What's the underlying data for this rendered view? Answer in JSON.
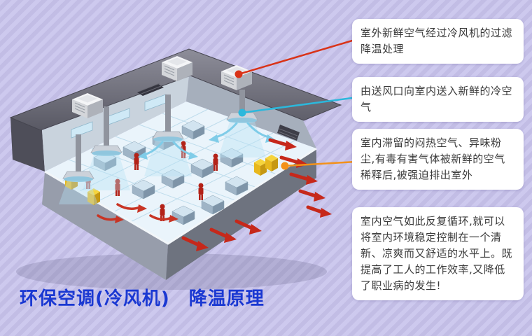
{
  "page": {
    "background": "#c6c1e7",
    "stripe_light": "#cdc9ee",
    "stripe_dark": "#c2bde5"
  },
  "title": {
    "text": "环保空调(冷风机)　降温原理",
    "color": "#1a38d2"
  },
  "callouts": [
    {
      "text": "室外新鲜空气经过冷风机的过滤降温处理",
      "connector_color": "#d93318"
    },
    {
      "text": "由送风口向室内送入新鲜的冷空气",
      "connector_color": "#2bb8dc"
    },
    {
      "text": "室内滞留的闷热空气、异味粉尘,有毒有害气体被新鲜的空气稀释后,被强迫排出室外",
      "connector_color": "#f39119"
    },
    {
      "text": "室内空气如此反复循环,就可以将室内环境稳定控制在一个清新、凉爽而又舒适的水平上。既提高了工人的工作效率,又降低了职业病的发生!",
      "connector_color": ""
    }
  ],
  "illustration": {
    "exhaust_air_color": "#c6281a",
    "supply_air_color": "#7fcce8"
  }
}
